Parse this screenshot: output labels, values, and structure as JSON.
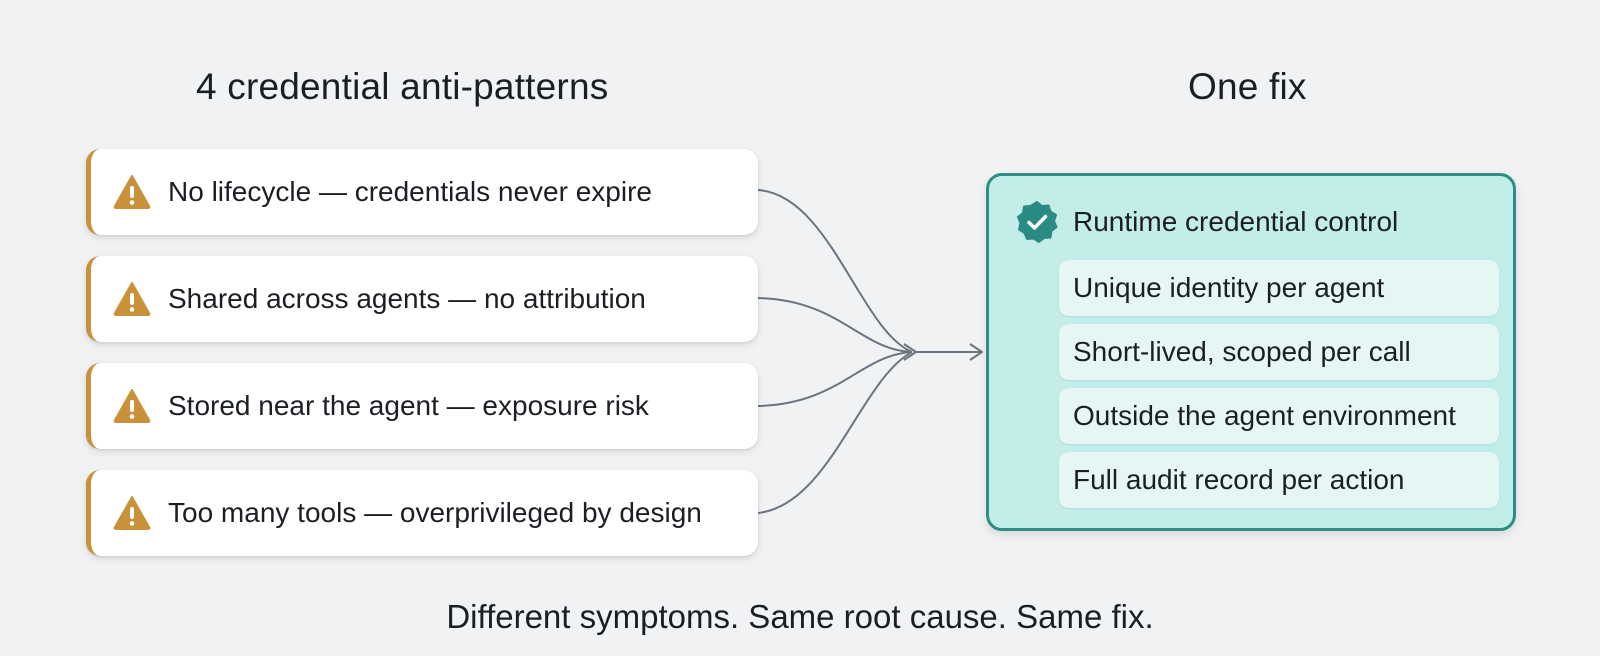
{
  "headings": {
    "left": "4 credential anti-patterns",
    "right": "One fix"
  },
  "anti_patterns": [
    {
      "label": "No lifecycle — credentials never expire",
      "icon": "warning-icon"
    },
    {
      "label": "Shared across agents — no attribution",
      "icon": "warning-icon"
    },
    {
      "label": "Stored near the agent — exposure risk",
      "icon": "warning-icon"
    },
    {
      "label": "Too many tools — overprivileged by design",
      "icon": "warning-icon"
    }
  ],
  "solution": {
    "title": "Runtime credential control",
    "icon": "check-badge-icon",
    "items": [
      "Unique identity per agent",
      "Short-lived, scoped per call",
      "Outside the agent environment",
      "Full audit record per action"
    ]
  },
  "caption": "Different symptoms. Same root cause. Same fix.",
  "colors": {
    "background": "#f1f2f4",
    "warning_accent": "#c9923a",
    "solution_fill": "#c2ede8",
    "solution_border": "#2f8c86",
    "connector": "#6b7480"
  }
}
